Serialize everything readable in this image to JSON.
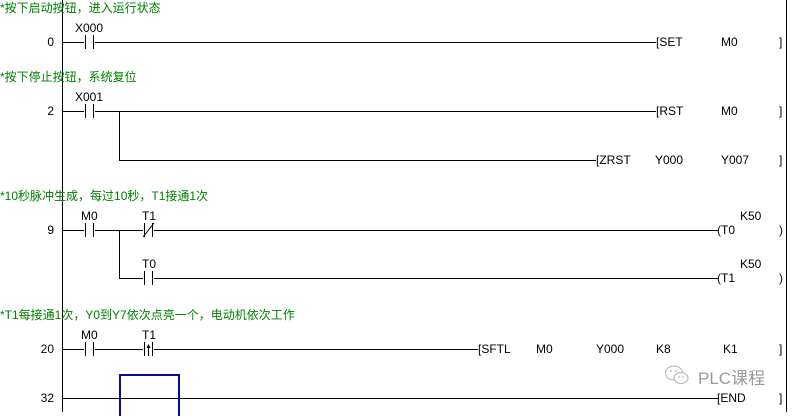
{
  "comments": [
    "*按下启动按钮，进入运行状态",
    "*按下停止按钮，系统复位",
    "*10秒脉冲生成，每过10秒，T1接通1次",
    "*T1每接通1次，Y0到Y7依次点亮一个，电动机依次工作"
  ],
  "rungs": [
    {
      "step": "0",
      "contacts": [
        {
          "device": "X000",
          "type": "NO"
        }
      ],
      "outputs": [
        {
          "kind": "instruction",
          "op": "SET",
          "args": [
            "M0"
          ]
        }
      ]
    },
    {
      "step": "2",
      "contacts": [
        {
          "device": "X001",
          "type": "NO"
        }
      ],
      "outputs": [
        {
          "kind": "instruction",
          "op": "RST",
          "args": [
            "M0"
          ]
        },
        {
          "kind": "instruction",
          "op": "ZRST",
          "args": [
            "Y000",
            "Y007"
          ]
        }
      ]
    },
    {
      "step": "9",
      "contacts": [
        {
          "device": "M0",
          "type": "NO"
        },
        {
          "device": "T1",
          "type": "NC"
        },
        {
          "device": "T0",
          "type": "NO",
          "branch": true
        }
      ],
      "outputs": [
        {
          "kind": "coil",
          "device": "T0",
          "setting": "K50"
        },
        {
          "kind": "coil",
          "device": "T1",
          "setting": "K50"
        }
      ]
    },
    {
      "step": "20",
      "contacts": [
        {
          "device": "M0",
          "type": "NO"
        },
        {
          "device": "T1",
          "type": "rising-edge"
        }
      ],
      "outputs": [
        {
          "kind": "instruction",
          "op": "SFTL",
          "args": [
            "M0",
            "Y000",
            "K8",
            "K1"
          ]
        }
      ]
    },
    {
      "step": "32",
      "contacts": [],
      "outputs": [
        {
          "kind": "instruction",
          "op": "END",
          "args": []
        }
      ]
    }
  ],
  "watermark": {
    "text": "PLC课程",
    "icon": "wechat-icon"
  },
  "colors": {
    "comment": "#008000",
    "cursor": "#0a0a96",
    "line": "#000000",
    "watermark": "#9a9a9a"
  }
}
